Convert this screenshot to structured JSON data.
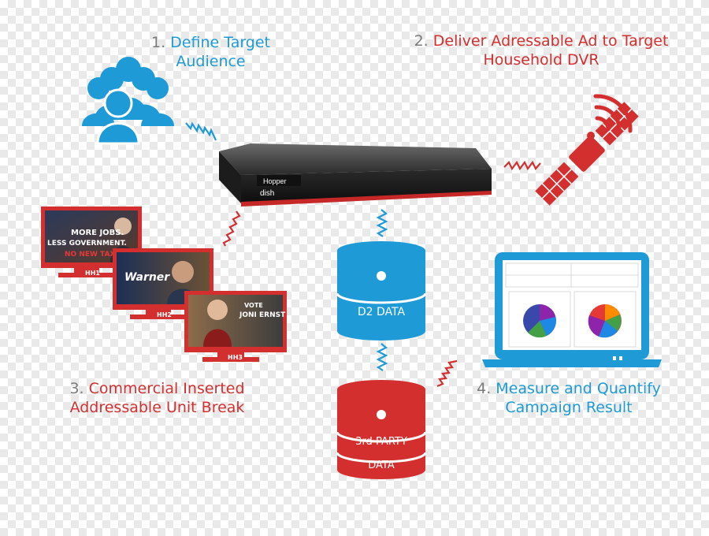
{
  "steps": [
    {
      "num": "1.",
      "line1": "Define Target",
      "line2": "Audience",
      "color": "#1e9ad6"
    },
    {
      "num": "2.",
      "line1": "Deliver Adressable Ad to Target",
      "line2": "Household DVR",
      "color": "#d32f2f"
    },
    {
      "num": "3.",
      "line1": "Commercial Inserted",
      "line2": "Addressable Unit Break",
      "color": "#d32f2f"
    },
    {
      "num": "4.",
      "line1": "Measure and Quantify",
      "line2": "Campaign Result",
      "color": "#1e9ad6"
    }
  ],
  "dvr": {
    "brand": "Hopper",
    "logo": "dish"
  },
  "databases": [
    {
      "label": "D2 DATA",
      "color": "#1e9ad6"
    },
    {
      "label": "3rd PARTY",
      "label2": "DATA",
      "color": "#d32f2f"
    }
  ],
  "tvs": [
    {
      "label": "HH1",
      "headline": "MORE JOBS.",
      "headline2": "LESS GOVERNMENT.",
      "headline3": "NO NEW TAXES"
    },
    {
      "label": "HH2",
      "headline": "Warner"
    },
    {
      "label": "HH3",
      "headline": "VOTE",
      "headline2": "JONI ERNST"
    }
  ],
  "icons": {
    "audience": "people-group-icon",
    "satellite": "satellite-icon",
    "laptop": "laptop-report-icon"
  },
  "colors": {
    "blue": "#1e9ad6",
    "red": "#d32f2f",
    "gray": "#7a7a7a"
  }
}
